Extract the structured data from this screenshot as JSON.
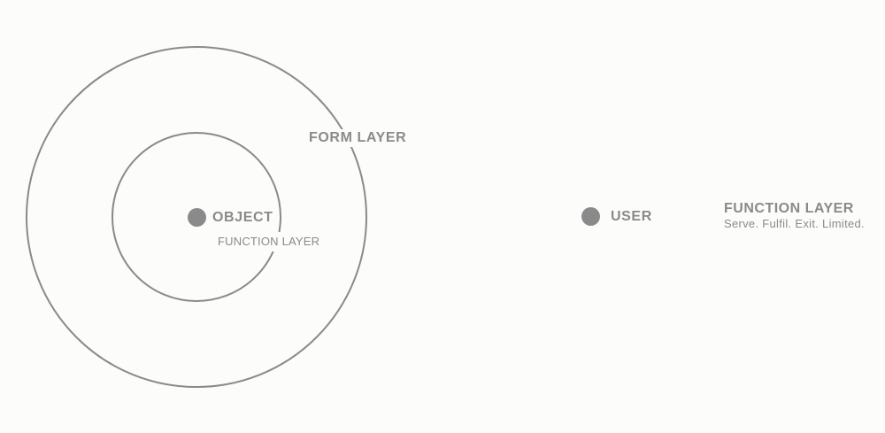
{
  "diagram": {
    "rings": {
      "outer_label": "FORM LAYER",
      "inner_label": "FUNCTION LAYER"
    },
    "object_label": "OBJECT",
    "user_label": "USER",
    "legend": {
      "title": "FUNCTION LAYER",
      "description": "Serve. Fulfil. Exit. Limited."
    }
  },
  "colors": {
    "stroke": "#8a8a8a",
    "text": "#8a8a8a",
    "background": "#fcfcfb"
  }
}
